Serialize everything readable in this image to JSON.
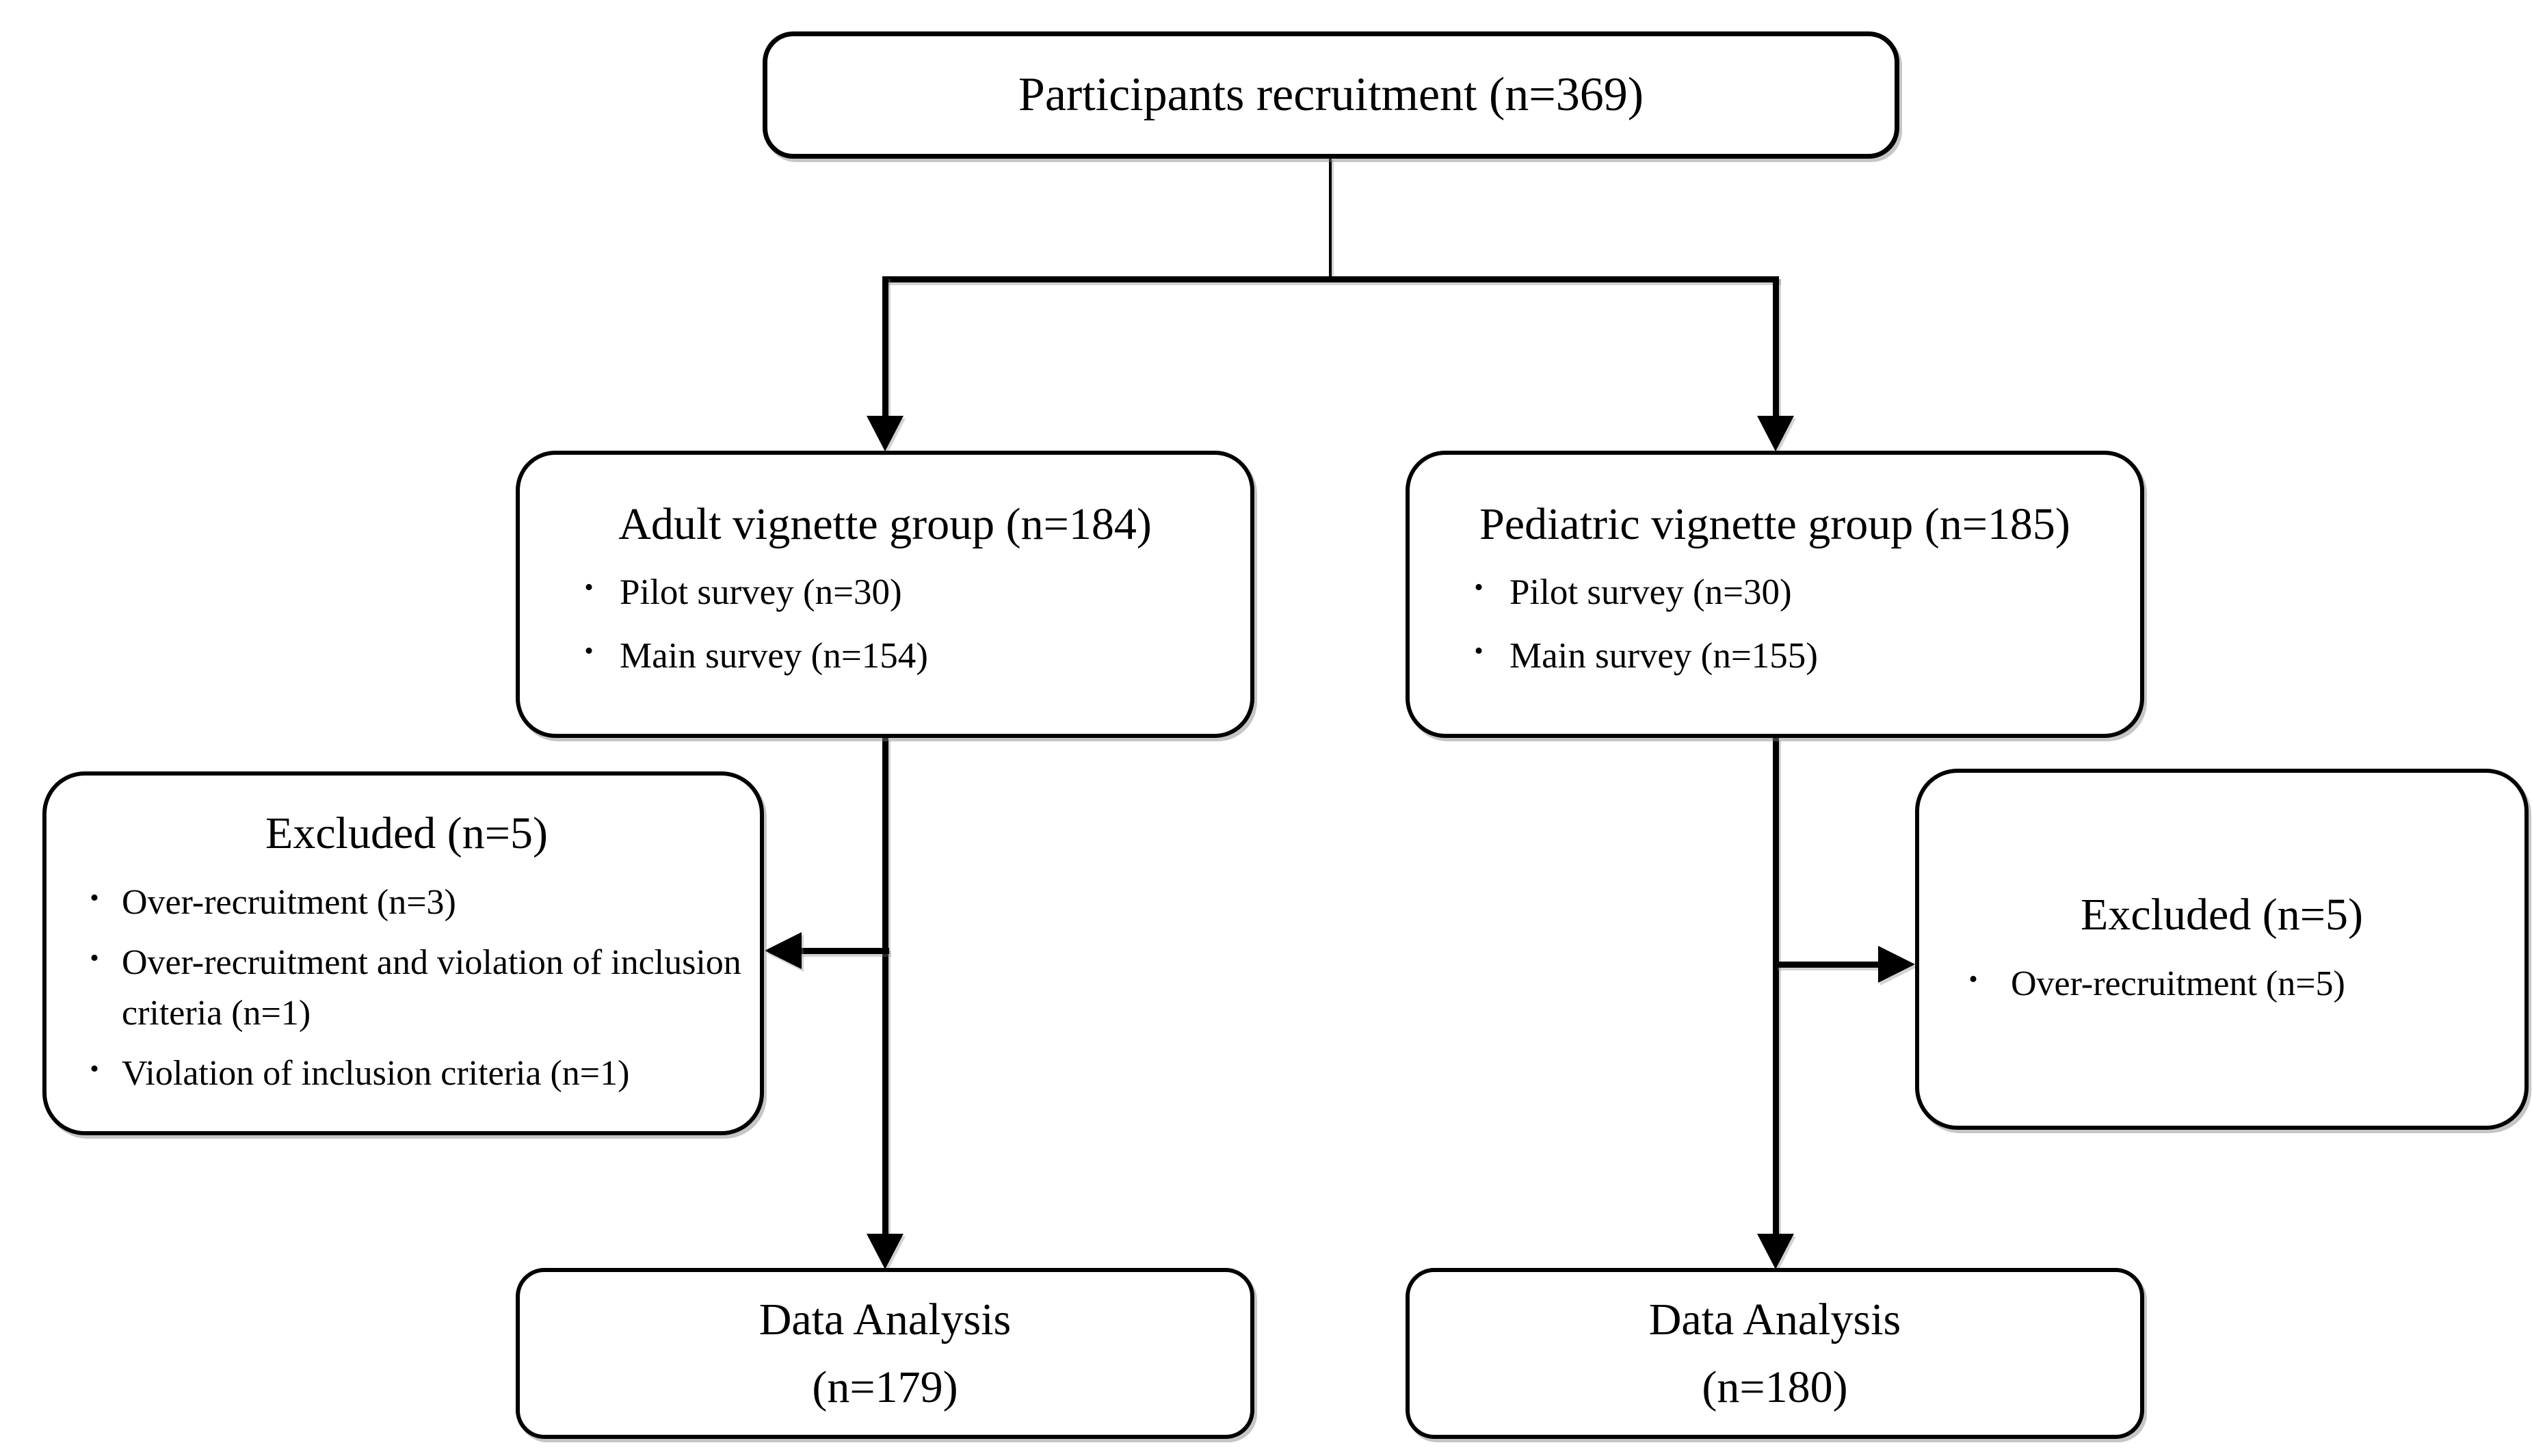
{
  "diagram": {
    "type": "flowchart",
    "bullet_glyph": "•",
    "colors": {
      "line": "#000000",
      "border": "#000000",
      "text": "#000000",
      "background": "#ffffff",
      "shadow": "rgba(128,128,128,0.45)"
    },
    "nodes": {
      "recruitment": {
        "label": "Participants recruitment (n=369)"
      },
      "adult": {
        "title": "Adult vignette group (n=184)",
        "bullets": [
          "Pilot survey (n=30)",
          "Main survey (n=154)"
        ]
      },
      "pediatric": {
        "title": "Pediatric vignette group (n=185)",
        "bullets": [
          "Pilot survey (n=30)",
          "Main survey (n=155)"
        ]
      },
      "excluded_left": {
        "title": "Excluded (n=5)",
        "bullets": [
          "Over-recruitment (n=3)",
          "Over-recruitment and violation of inclusion criteria (n=1)",
          "Violation of inclusion criteria (n=1)"
        ]
      },
      "excluded_right": {
        "title": "Excluded (n=5)",
        "bullets": [
          "Over-recruitment (n=5)"
        ]
      },
      "analysis_left": {
        "line1": "Data Analysis",
        "line2": "(n=179)"
      },
      "analysis_right": {
        "line1": "Data Analysis",
        "line2": "(n=180)"
      }
    },
    "edges": [
      {
        "from": "recruitment",
        "to": "adult"
      },
      {
        "from": "recruitment",
        "to": "pediatric"
      },
      {
        "from": "adult",
        "to": "excluded_left"
      },
      {
        "from": "adult",
        "to": "analysis_left"
      },
      {
        "from": "pediatric",
        "to": "excluded_right"
      },
      {
        "from": "pediatric",
        "to": "analysis_right"
      }
    ]
  }
}
